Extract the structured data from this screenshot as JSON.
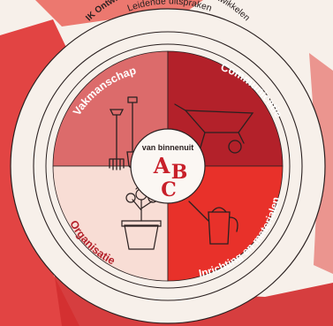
{
  "outer_ring": {
    "title": "Leidende uitspraken",
    "subtitle_bold": "IK Ontwikkel",
    "subtitle_rest": " - jij ontwikkelt - wij ontwikkelen"
  },
  "center": {
    "label": "van binnenuit",
    "letters": [
      "A",
      "B",
      "C"
    ]
  },
  "quadrants": [
    {
      "label": "Vakmanschap",
      "color": "#dc6b6b",
      "label_color": "#ffffff",
      "icon": "garden-tools-icon"
    },
    {
      "label": "Communicatie",
      "color": "#b3212a",
      "label_color": "#ffffff",
      "icon": "wheelbarrow-icon"
    },
    {
      "label": "Organisatie",
      "color": "#f8ddd5",
      "label_color": "#b3212a",
      "icon": "flower-pot-icon"
    },
    {
      "label": "Inrichting en materialen",
      "color": "#e8312a",
      "label_color": "#ffffff",
      "icon": "watering-can-icon"
    }
  ],
  "colors": {
    "background": "#f7f0ea",
    "brush_red": "#e03a3a",
    "letter_red": "#c8202a"
  }
}
